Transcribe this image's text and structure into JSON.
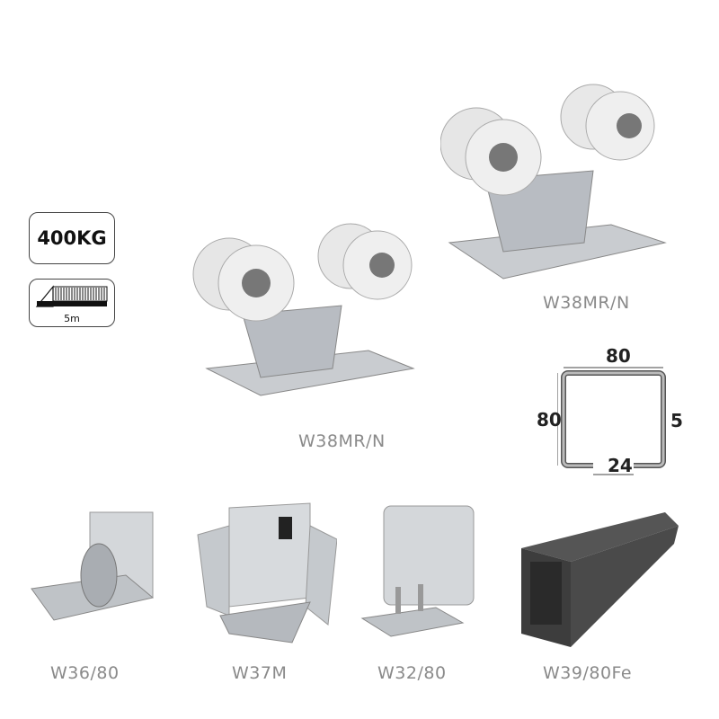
{
  "badges": {
    "load": "400KG",
    "gate_length": "5m"
  },
  "products": [
    {
      "code": "W38MR/N"
    },
    {
      "code": "W38MR/N"
    },
    {
      "code": "W36/80"
    },
    {
      "code": "W37M"
    },
    {
      "code": "W32/80"
    },
    {
      "code": "W39/80Fe"
    }
  ],
  "profile": {
    "width": "80",
    "height": "80",
    "thickness": "5",
    "opening": "24"
  }
}
